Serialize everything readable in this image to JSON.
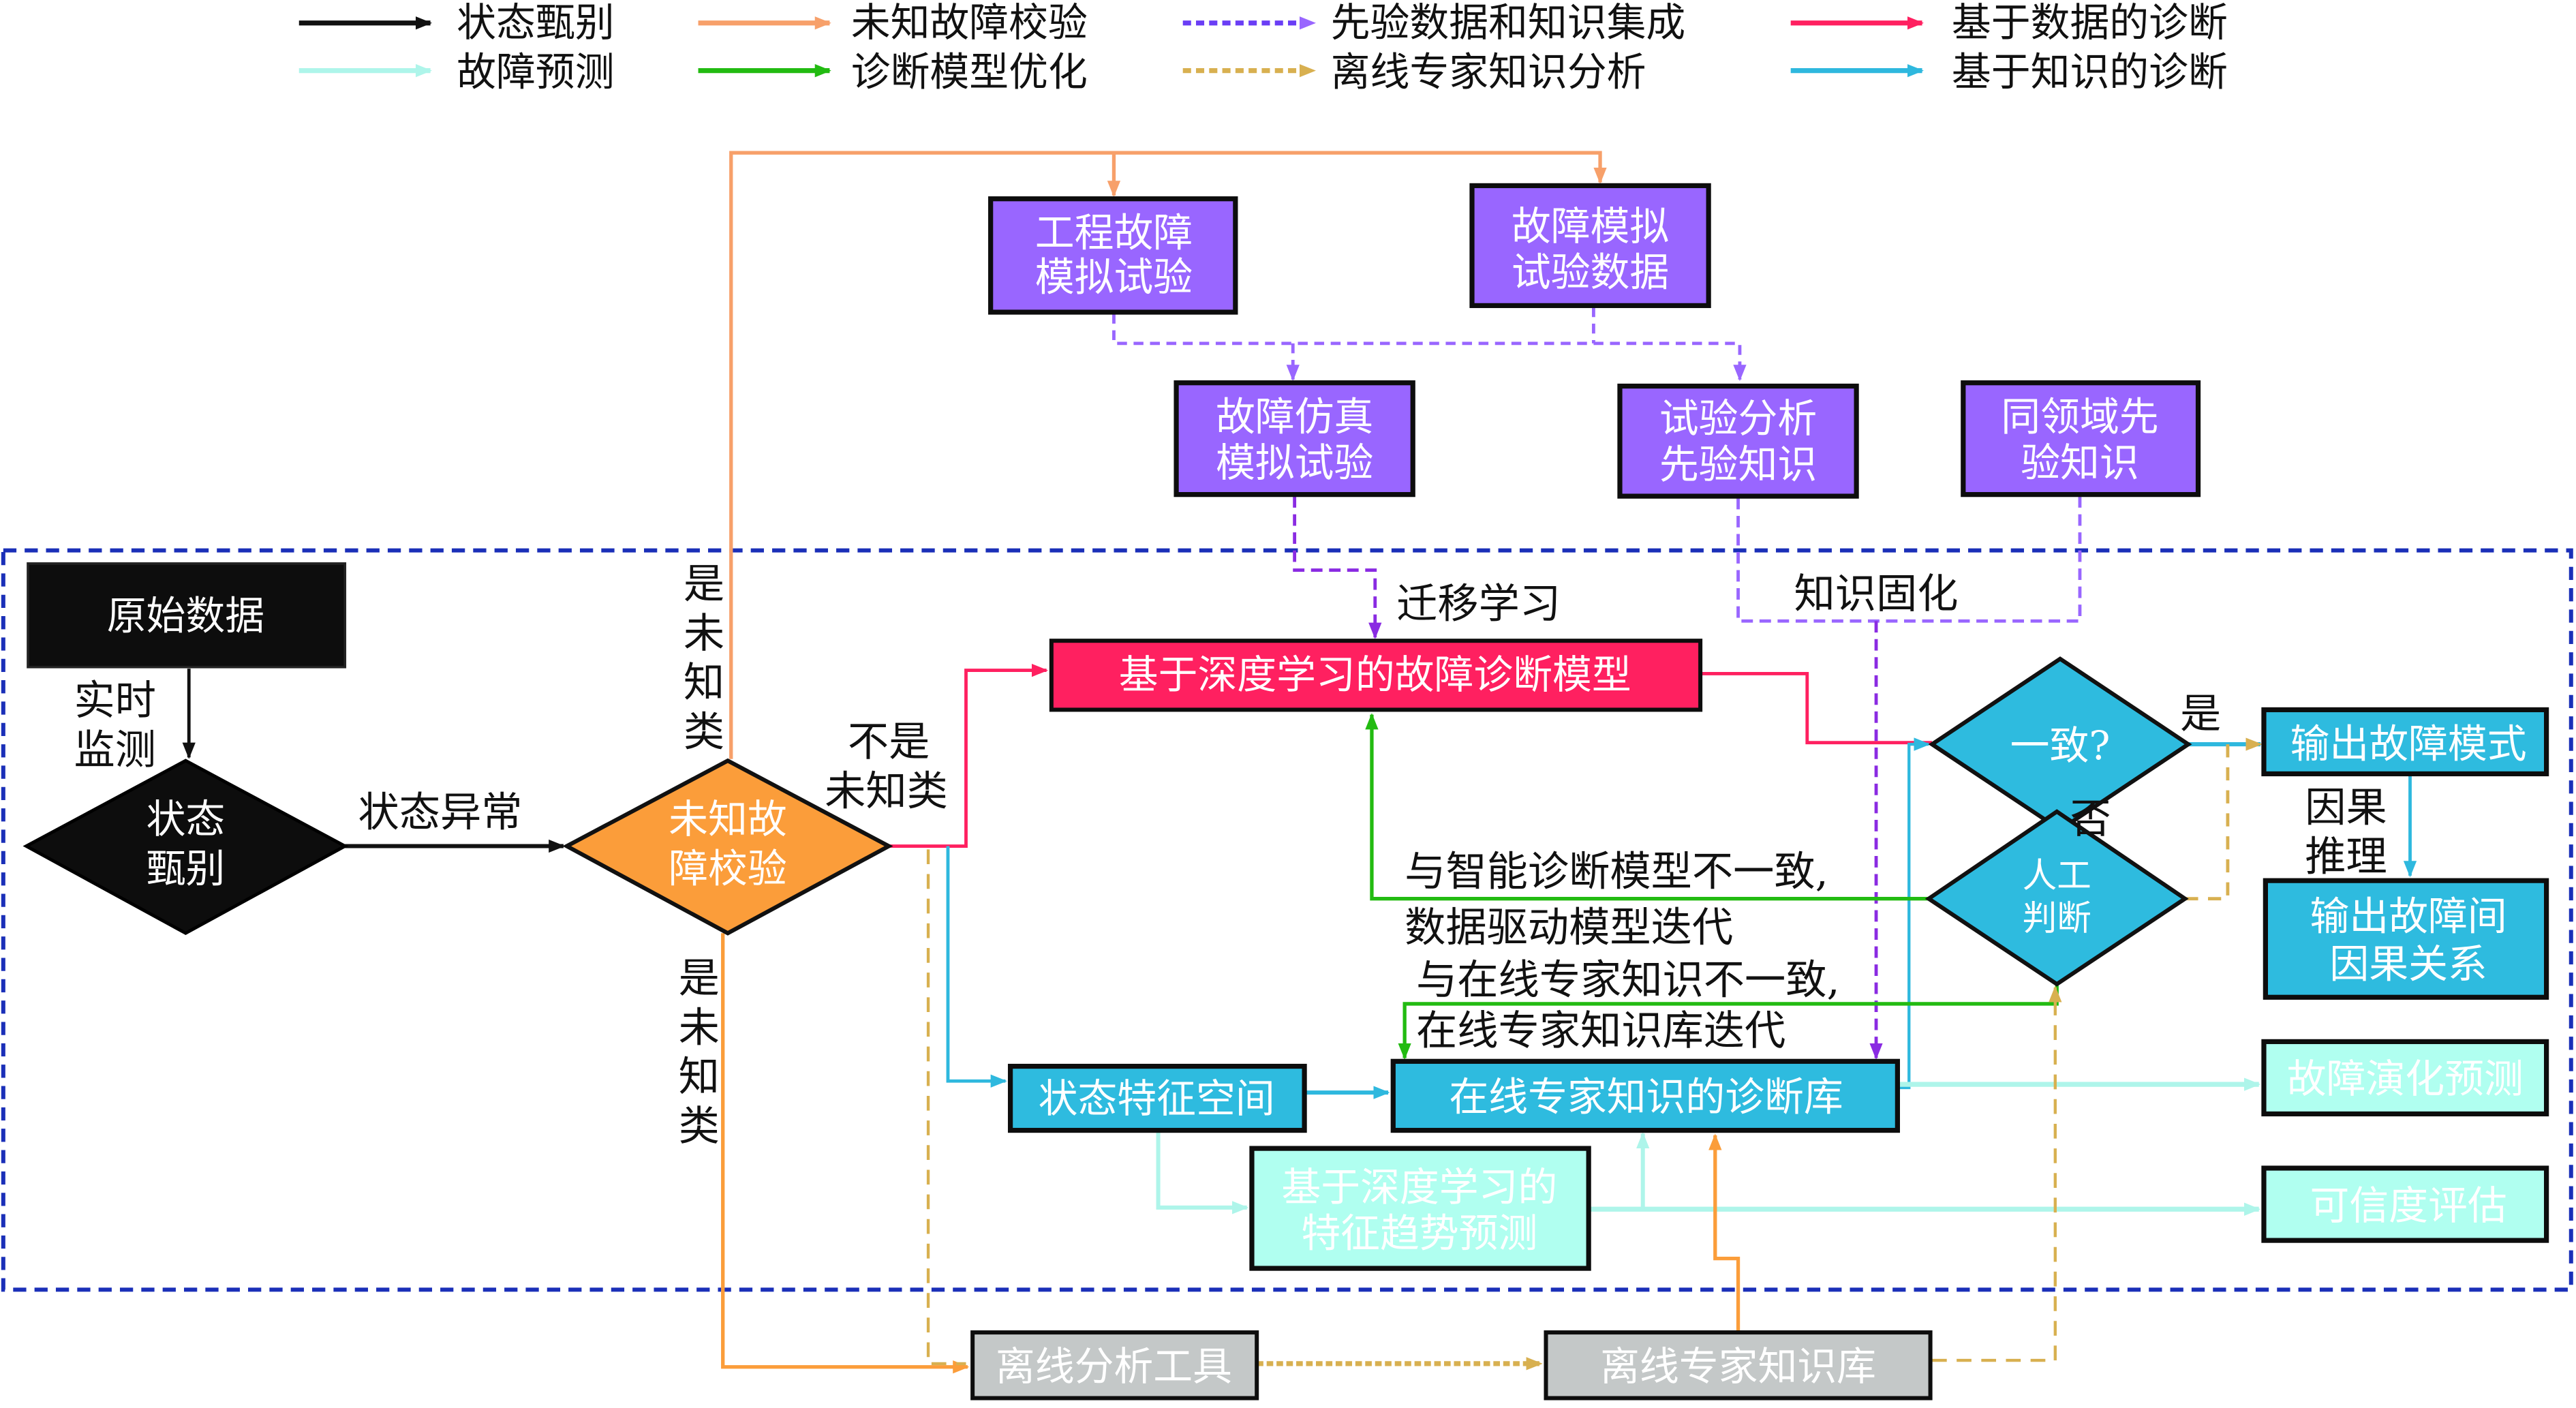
{
  "colors": {
    "state_identification": "#111111",
    "unknown_fault_check": "#f7a06a",
    "prior_integration": "#6a3df5",
    "data_diagnosis": "#ff2060",
    "fault_prediction": "#aef5ea",
    "model_optimization": "#22bb11",
    "offline_expert": "#d8b050",
    "knowledge_diagnosis": "#2eb8de",
    "boundary": "#1a2fb8",
    "purple_box": "#9966ff",
    "orange_diamond": "#fb9d3a",
    "blue_box": "#2ebbdf",
    "cyan_box": "#b0fff0",
    "gray_box": "#c4c8c8",
    "red_box": "#ff2060"
  },
  "legend": [
    {
      "label": "状态甄别",
      "style": "solid",
      "color_key": "state_identification"
    },
    {
      "label": "未知故障校验",
      "style": "solid",
      "color_key": "unknown_fault_check"
    },
    {
      "label": "先验数据和知识集成",
      "style": "dashed",
      "color_key": "prior_integration"
    },
    {
      "label": "基于数据的诊断",
      "style": "solid",
      "color_key": "data_diagnosis"
    },
    {
      "label": "故障预测",
      "style": "solid",
      "color_key": "fault_prediction"
    },
    {
      "label": "诊断模型优化",
      "style": "solid",
      "color_key": "model_optimization"
    },
    {
      "label": "离线专家知识分析",
      "style": "dashed",
      "color_key": "offline_expert"
    },
    {
      "label": "基于知识的诊断",
      "style": "solid",
      "color_key": "knowledge_diagnosis"
    }
  ],
  "nodes": {
    "raw_data": "原始数据",
    "state_identify": [
      "状态",
      "甄别"
    ],
    "unknown_check": [
      "未知故",
      "障校验"
    ],
    "eng_fault_sim": [
      "工程故障",
      "模拟试验"
    ],
    "fault_sim_data": [
      "故障模拟",
      "试验数据"
    ],
    "fault_sim_test": [
      "故障仿真",
      "模拟试验"
    ],
    "test_prior": [
      "试验分析",
      "先验知识"
    ],
    "domain_prior": [
      "同领域先",
      "验知识"
    ],
    "dl_diag_model": "基于深度学习的故障诊断模型",
    "consistent": "一致?",
    "manual_judge": [
      "人工",
      "判断"
    ],
    "output_mode": "输出故障模式",
    "output_causal": [
      "输出故障间",
      "因果关系"
    ],
    "state_feature_space": "状态特征空间",
    "online_expert_db": "在线专家知识的诊断库",
    "trend_predict": [
      "基于深度学习的",
      "特征趋势预测"
    ],
    "evolution_predict": "故障演化预测",
    "credibility": "可信度评估",
    "offline_tool": "离线分析工具",
    "offline_db": "离线专家知识库"
  },
  "edge_labels": {
    "realtime_monitor": [
      "实时",
      "监测"
    ],
    "state_abnormal": "状态异常",
    "is_unknown_top": [
      "是",
      "未",
      "知",
      "类"
    ],
    "is_unknown_bottom": [
      "是",
      "未",
      "知",
      "类"
    ],
    "not_unknown": [
      "不是",
      "未知类"
    ],
    "transfer_learning": "迁移学习",
    "knowledge_solidify": "知识固化",
    "yes": "是",
    "no": "否",
    "causal_reasoning": [
      "因果",
      "推理"
    ],
    "model_inconsistent": [
      "与智能诊断模型不一致,",
      "数据驱动模型迭代"
    ],
    "expert_inconsistent": [
      "与在线专家知识不一致,",
      "在线专家知识库迭代"
    ]
  }
}
